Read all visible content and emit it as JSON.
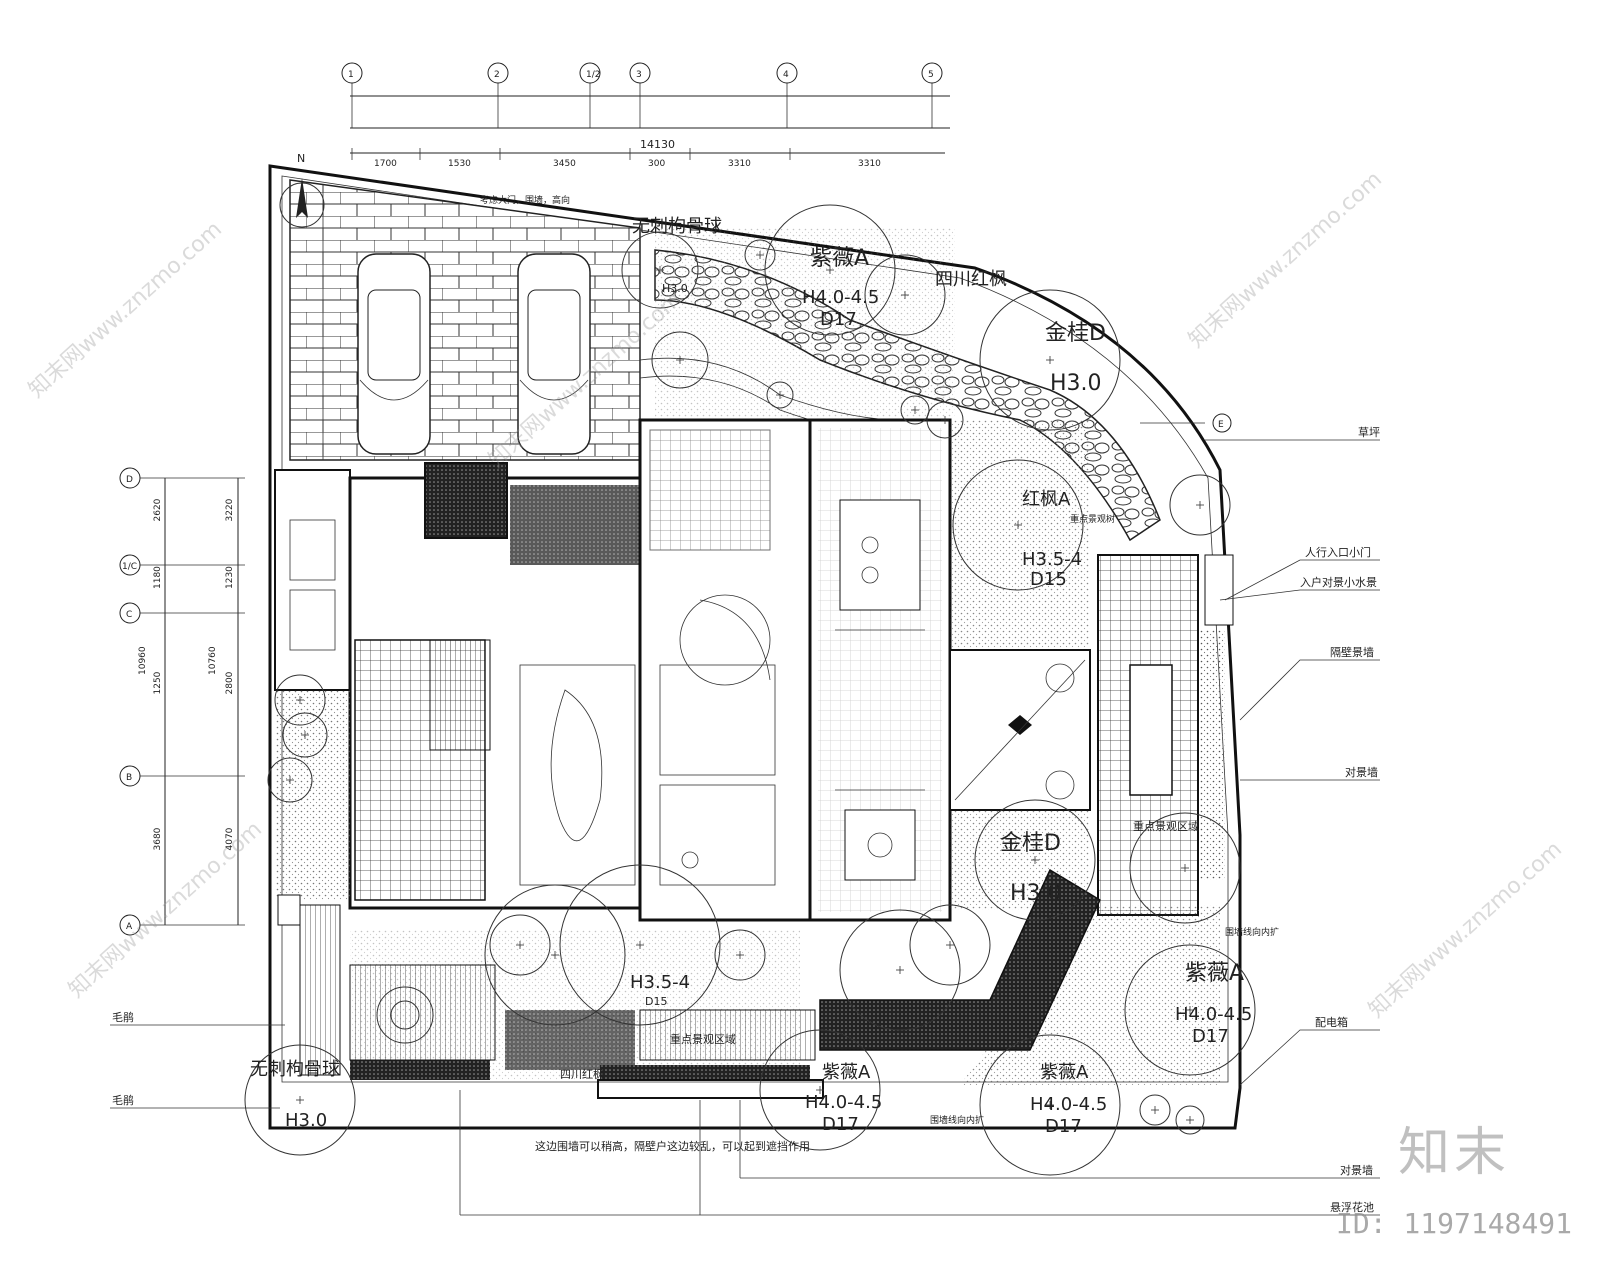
{
  "grid_top": {
    "axes": [
      "1",
      "2",
      "1/2",
      "3",
      "4",
      "5"
    ],
    "total": "14130",
    "segments": [
      "1700",
      "1530",
      "3450",
      "300",
      "3310",
      "3310"
    ]
  },
  "grid_left": {
    "axes": [
      "D",
      "1/C",
      "C",
      "B",
      "A"
    ],
    "outer_dims": [
      "2620",
      "1180",
      "1250",
      "3680",
      "10960"
    ],
    "inner_dims": [
      "3220",
      "1230",
      "2800",
      "4070",
      "10760"
    ]
  },
  "grid_right_axis": "E",
  "site_labels": {
    "north": "N",
    "gate_note": "考虑大门，围墙，高向",
    "plant_top_left": "无刺枸骨球",
    "plant_top_h": "H3.0",
    "ziwei_top": "紫薇A",
    "ziwei_top_h": "H4.0-4.5",
    "ziwei_top_d": "D17",
    "hongfeng_top": "四川红枫",
    "jingui_top": "金桂D",
    "jingui_top_h": "H3.0",
    "hongfeng_mid": "红枫A",
    "hongfeng_mid_h": "H3.5-4",
    "hongfeng_mid_d": "D15",
    "mid_note": "重点景观树",
    "jingui_mid": "金桂D",
    "jingui_mid_h": "H3.0",
    "hongfeng_bottom_h": "H3.5-4",
    "hongfeng_bottom_d": "D15",
    "ziwei_bottom_left": "紫薇A",
    "ziwei_bottom_left_h": "H4.0-4.5",
    "ziwei_bottom_left_d": "D17",
    "ziwei_bottom_mid": "紫薇A",
    "ziwei_bottom_mid_h": "H4.0-4.5",
    "ziwei_bottom_mid_d": "D17",
    "ziwei_right": "紫薇A",
    "ziwei_right_h": "H4.0-4.5",
    "ziwei_right_d": "D17",
    "plant_bottom_left": "无刺枸骨球",
    "plant_bottom_left_h": "H3.0",
    "pool_label": "重点景观区域",
    "wall_inward_1": "围墙线向内扩",
    "wall_inward_2": "围墙线向内扩",
    "bottom_note": "这边围墙可以稍高，隔壁户这边较乱，可以起到遮挡作用",
    "key_view": "重点景观区域",
    "hanging_plant": "四川红枫"
  },
  "callouts_right": [
    "草坪",
    "人行入口小门",
    "入户对景小水景",
    "隔壁景墙",
    "对景墙",
    "配电箱",
    "对景墙",
    "悬浮花池"
  ],
  "callouts_left": [
    "毛鹃",
    "毛鹃"
  ],
  "watermark": "知末网www.znzmo.com",
  "brand": "知末",
  "id_label": "ID: 1197148491"
}
